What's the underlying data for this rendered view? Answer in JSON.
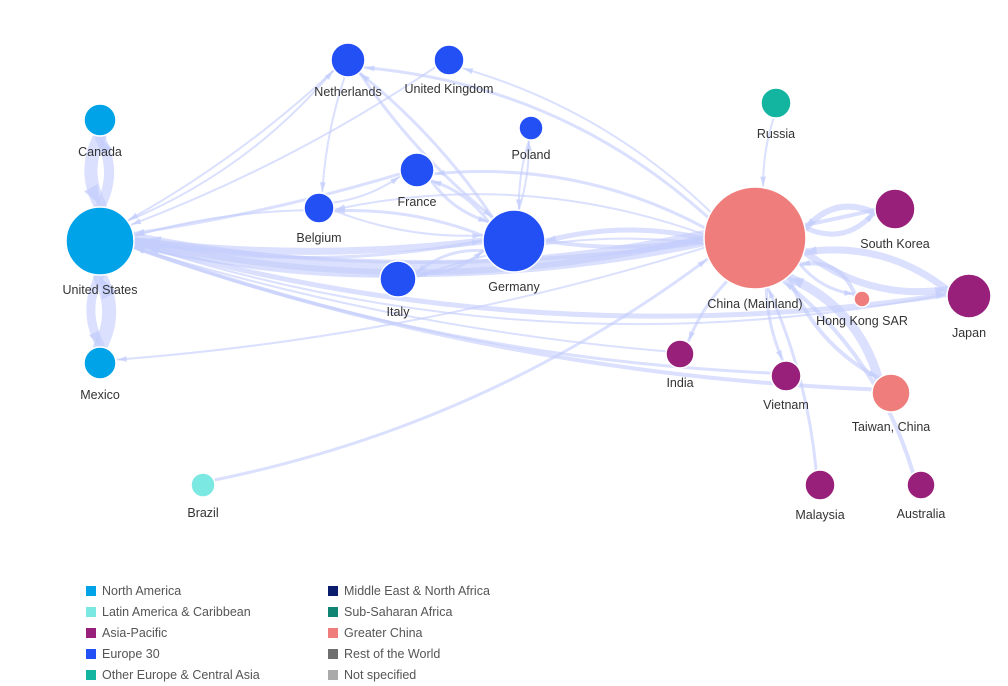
{
  "colors": {
    "north_america": "#00a3e8",
    "latin_america": "#7ce8e2",
    "asia_pacific": "#98207a",
    "europe30": "#2350f5",
    "other_europe": "#14b5a0",
    "mena": "#0b1e6e",
    "ssa": "#108573",
    "greater_china": "#ef7d7b",
    "rest_of_world": "#6f6f6f",
    "not_specified": "#aaaaaa",
    "edge": "#c3cdfb"
  },
  "nodes": {
    "united_states": {
      "label": "United States",
      "group": "north_america"
    },
    "canada": {
      "label": "Canada",
      "group": "north_america"
    },
    "mexico": {
      "label": "Mexico",
      "group": "north_america"
    },
    "brazil": {
      "label": "Brazil",
      "group": "latin_america"
    },
    "netherlands": {
      "label": "Netherlands",
      "group": "europe30"
    },
    "united_kingdom": {
      "label": "United Kingdom",
      "group": "europe30"
    },
    "poland": {
      "label": "Poland",
      "group": "europe30"
    },
    "france": {
      "label": "France",
      "group": "europe30"
    },
    "belgium": {
      "label": "Belgium",
      "group": "europe30"
    },
    "germany": {
      "label": "Germany",
      "group": "europe30"
    },
    "italy": {
      "label": "Italy",
      "group": "europe30"
    },
    "russia": {
      "label": "Russia",
      "group": "other_europe"
    },
    "china": {
      "label": "China (Mainland)",
      "group": "greater_china"
    },
    "hong_kong": {
      "label": "Hong Kong SAR",
      "group": "greater_china"
    },
    "taiwan": {
      "label": "Taiwan, China",
      "group": "greater_china"
    },
    "south_korea": {
      "label": "South Korea",
      "group": "asia_pacific"
    },
    "japan": {
      "label": "Japan",
      "group": "asia_pacific"
    },
    "india": {
      "label": "India",
      "group": "asia_pacific"
    },
    "vietnam": {
      "label": "Vietnam",
      "group": "asia_pacific"
    },
    "malaysia": {
      "label": "Malaysia",
      "group": "asia_pacific"
    },
    "australia": {
      "label": "Australia",
      "group": "asia_pacific"
    }
  },
  "legend": {
    "north_america": "North America",
    "latin_america": "Latin America & Caribbean",
    "asia_pacific": "Asia-Pacific",
    "europe30": "Europe 30",
    "other_europe": "Other Europe & Central Asia",
    "mena": "Middle East & North Africa",
    "ssa": "Sub-Saharan Africa",
    "greater_china": "Greater China",
    "rest_of_world": "Rest of the World",
    "not_specified": "Not specified"
  }
}
